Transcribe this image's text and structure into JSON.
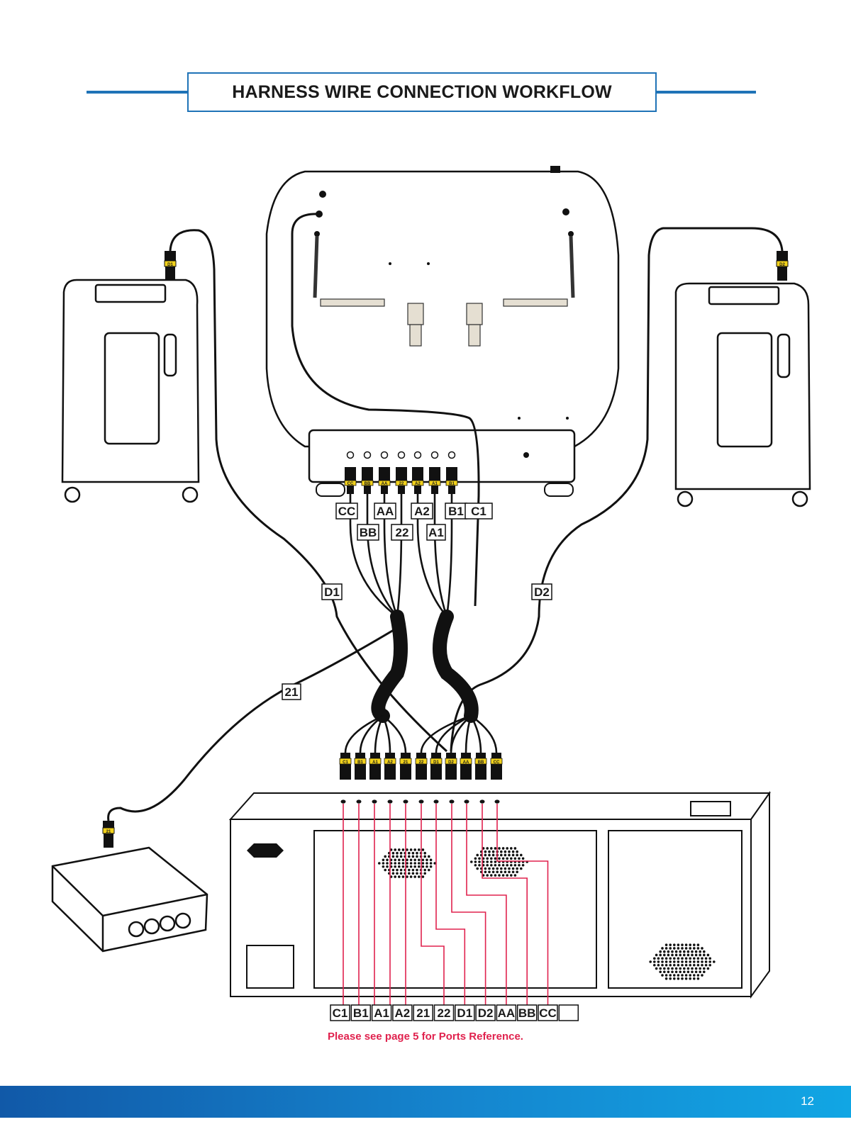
{
  "title": "HARNESS WIRE CONNECTION WORKFLOW",
  "manifold_port_labels": [
    "CC",
    "BB",
    "AA",
    "22",
    "A2",
    "A1",
    "B1"
  ],
  "upper_wire_labels": [
    "CC",
    "BB",
    "AA",
    "22",
    "A2",
    "A1",
    "B1",
    "C1"
  ],
  "concentrator_left_label": "D1",
  "concentrator_right_label": "D2",
  "compressor_label": "21",
  "lower_connector_labels": [
    "C1",
    "B1",
    "A1",
    "A2",
    "21",
    "22",
    "D1",
    "D2",
    "AA",
    "BB",
    "CC"
  ],
  "bottom_port_labels": [
    "C1",
    "B1",
    "A1",
    "A2",
    "21",
    "22",
    "D1",
    "D2",
    "AA",
    "BB",
    "CC",
    ""
  ],
  "note": "Please see page 5 for Ports Reference.",
  "page_number": "12",
  "colors": {
    "accent_blue": "#1f73b7",
    "note_red": "#e0224e",
    "wire_red": "#e0224e"
  }
}
